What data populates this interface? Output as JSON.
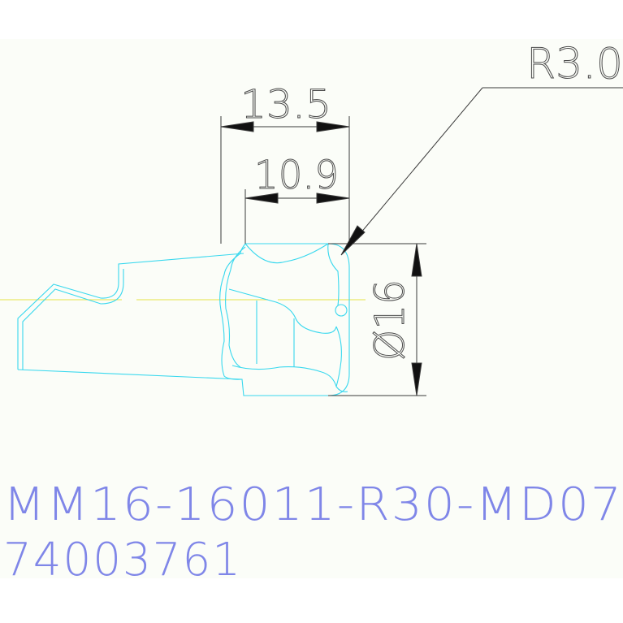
{
  "drawing": {
    "background": "#fbfdf8",
    "outline_color": "#38d8ee",
    "centerline_color": "#e9e86a",
    "dimension_color": "#3a3a3a",
    "code_color": "#7f86e8"
  },
  "dimensions": {
    "radius_label": "R3.0",
    "width_outer_label": "13.5",
    "width_inner_label": "10.9",
    "diameter_label": "Ø16"
  },
  "part": {
    "code": "MM16-16011-R30-MD07",
    "number": "74003761"
  }
}
